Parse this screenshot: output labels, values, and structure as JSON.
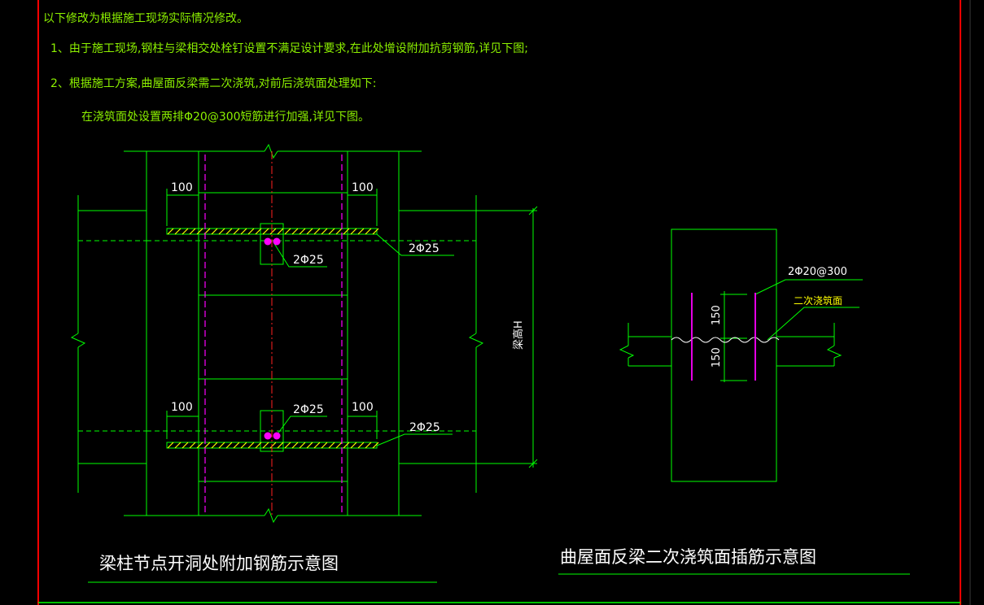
{
  "notes": {
    "header": "以下修改为根据施工现场实际情况修改。",
    "item1": "1、由于施工现场,钢柱与梁相交处栓钉设置不满足设计要求,在此处增设附加抗剪钢筋,详见下图;",
    "item2": "2、根据施工方案,曲屋面反梁需二次浇筑,对前后浇筑面处理如下:",
    "item2_detail": "在浇筑面处设置两排Φ20@300短筋进行加强,详见下图。"
  },
  "left_drawing": {
    "title": "梁柱节点开洞处附加钢筋示意图",
    "dim_top_left": "100",
    "dim_top_right": "100",
    "dim_bot_left": "100",
    "dim_bot_right": "100",
    "label_inner_top": "2Φ25",
    "label_outer_top": "2Φ25",
    "label_inner_bot": "2Φ25",
    "label_outer_bot": "2Φ25",
    "label_height": "梁高H"
  },
  "right_drawing": {
    "title": "曲屋面反梁二次浇筑面插筋示意图",
    "label_bar": "2Φ20@300",
    "label_joint": "二次浇筑面",
    "dim_upper": "150",
    "dim_lower": "150"
  },
  "colors": {
    "background": "#000000",
    "line": "#00ff00",
    "note_text": "#8cf000",
    "label_text": "#ffff00",
    "rebar": "#ff00ff",
    "border": "#ff0000"
  }
}
